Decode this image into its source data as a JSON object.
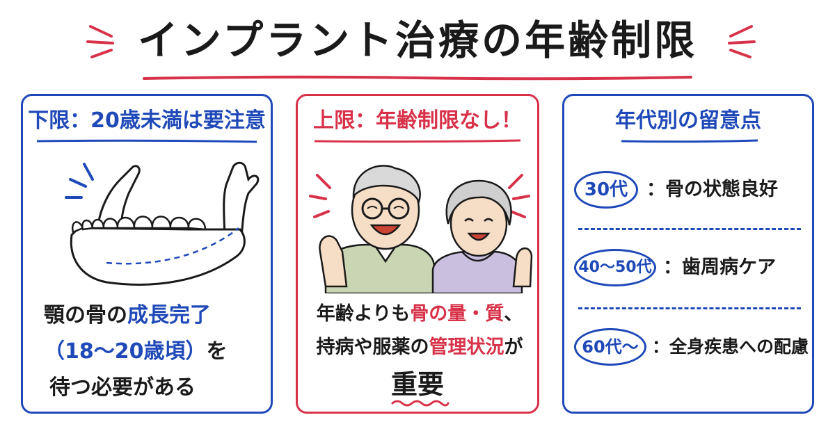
{
  "title": "インプラント治療の年齢制限",
  "colors": {
    "blue": "#1f49b8",
    "red": "#d8324a",
    "ink": "#1a1a1a"
  },
  "left": {
    "heading": "下限：20歳未満は要注意",
    "illustration_icon": "jawbone-icon",
    "text_1a": "顎の骨の",
    "text_1b": "成長完了",
    "text_2": "（18～20歳頃）",
    "text_2b": "を",
    "text_3": "待つ必要がある"
  },
  "middle": {
    "heading": "上限：年齢制限なし！",
    "illustration_icon": "senior-couple-icon",
    "text_1a": "年齢よりも",
    "text_1b": "骨の量・質",
    "text_1c": "、",
    "text_2a": "持病や服薬の",
    "text_2b": "管理状況",
    "text_2c": "が",
    "emphasis": "重要"
  },
  "right": {
    "heading": "年代別の留意点",
    "rows": [
      {
        "age": "30代",
        "desc": "：骨の状態良好"
      },
      {
        "age": "40～50代",
        "desc": "：歯周病ケア"
      },
      {
        "age": "60代～",
        "desc": "：全身疾患への配慮"
      }
    ]
  }
}
